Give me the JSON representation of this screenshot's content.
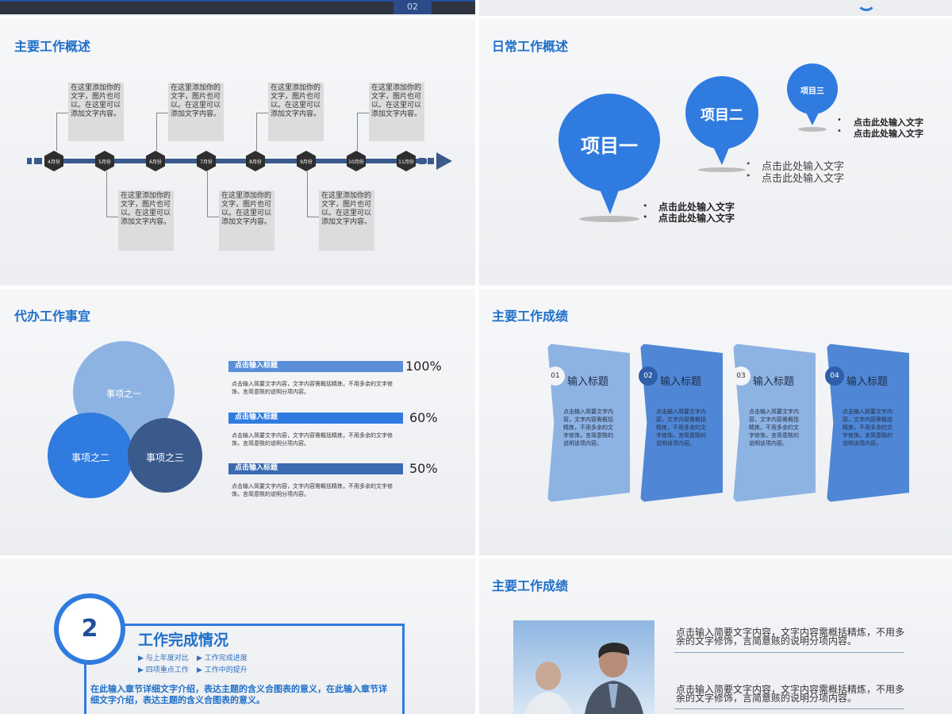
{
  "prev_slides": {
    "page_number": "02"
  },
  "slide_main_overview": {
    "title": "主要工作概述",
    "months": [
      "4月份",
      "5月份",
      "6月份",
      "7月份",
      "8月份",
      "9月份",
      "10月份",
      "11月份"
    ],
    "box_top_text": "在这里添加你的文字，图片也可以。在这里可以添加文字内容。",
    "box_bottom_text": "在这里添加你的文字，图片也可以。在这里可以添加文字内容。"
  },
  "slide_daily_overview": {
    "title": "日常工作概述",
    "item1_label": "项目一",
    "item2_label": "项目二",
    "item3_label": "项目三",
    "bullet_text": "点击此处输入文字"
  },
  "slide_pending": {
    "title": "代办工作事宜",
    "circle1": "事项之一",
    "circle2": "事项之二",
    "circle3": "事项之三",
    "rows": [
      {
        "heading": "点击输入标题",
        "percent_label": "100%",
        "percent_value": 100,
        "color": "#5b8ed8"
      },
      {
        "heading": "点击输入标题",
        "percent_label": "60%",
        "percent_value": 60,
        "color": "#2f7be0"
      },
      {
        "heading": "点击输入标题",
        "percent_label": "50%",
        "percent_value": 50,
        "color": "#3a6ab0"
      }
    ],
    "desc": "点击输入简要文字内容，文字内容需概括精炼，不用多余的文字修饰，言简意赅的说明分项内容。"
  },
  "slide_results": {
    "title": "主要工作成绩",
    "cards": [
      {
        "num": "01",
        "title": "输入标题",
        "color": "#8db3e3"
      },
      {
        "num": "02",
        "title": "输入标题",
        "color": "#4f87d6"
      },
      {
        "num": "03",
        "title": "输入标题",
        "color": "#8db3e3"
      },
      {
        "num": "04",
        "title": "输入标题",
        "color": "#4f87d6"
      }
    ],
    "card_text": "点击输入简要文字内容，文字内容需概括精炼，不用多余的文字修饰，言简意赅的说明该项内容。"
  },
  "slide_section": {
    "number": "2",
    "heading": "工作完成情况",
    "links": [
      "与上年度对比",
      "工作完成进度",
      "四项重点工作",
      "工作中的提升"
    ],
    "intro": "在此输入章节详细文字介绍，表达主题的含义合图表的意义，在此输入章节详细文字介绍，表达主题的含义合图表的意义。"
  },
  "slide_results_photo": {
    "title": "主要工作成绩",
    "paragraph": "点击输入简要文字内容，文字内容需概括精炼，不用多余的文字修饰，言简意赅的说明分项内容。"
  },
  "colors": {
    "title_blue": "#1f6fc9",
    "accent_blue": "#2f7be0",
    "dark_navy": "#3a5a8c"
  }
}
